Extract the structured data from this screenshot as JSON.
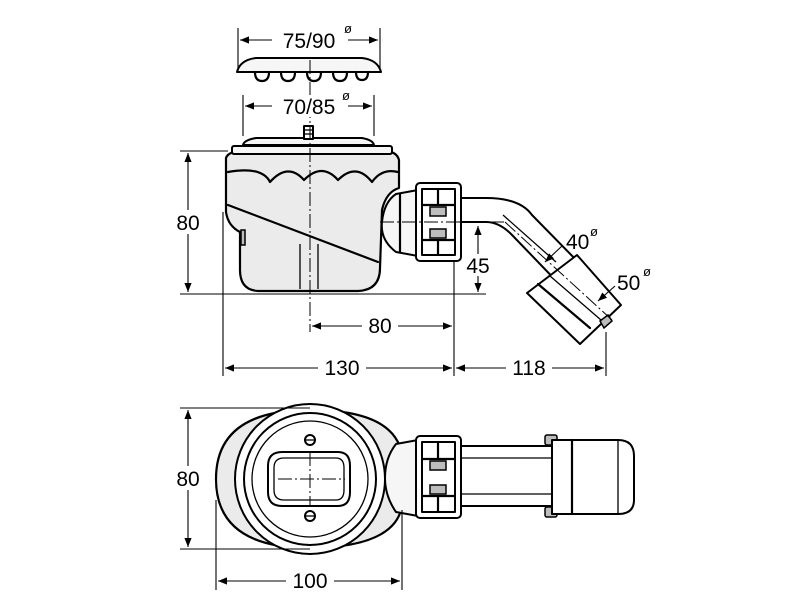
{
  "labels": {
    "cover_diameter": "75/90",
    "grate_diameter": "70/85",
    "height_side": "80",
    "outlet_height": "45",
    "outlet_offset": "80",
    "body_length": "130",
    "outlet_length": "118",
    "pipe_diameter_small": "40",
    "pipe_diameter_large": "50",
    "height_top": "80",
    "width_top": "100",
    "diameter_symbol": "ø"
  },
  "colors": {
    "line": "#000000",
    "body_fill": "#ebebeb",
    "background": "#ffffff"
  }
}
